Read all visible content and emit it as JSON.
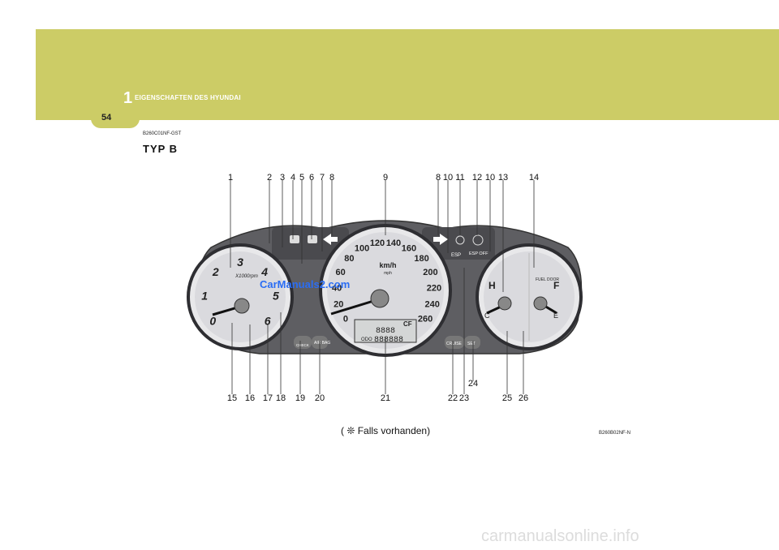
{
  "header": {
    "chapter_number": "1",
    "chapter_title": "EIGENSCHAFTEN DES HYUNDAI",
    "page_number": "54"
  },
  "section": {
    "code": "B260C01NF-GST",
    "type_label": "TYP B"
  },
  "figure": {
    "code": "B260B02NF-N",
    "footnote": "( ❊ Falls vorhanden)",
    "callouts_top": [
      "1",
      "2",
      "3",
      "4",
      "5",
      "6",
      "7",
      "8",
      "9",
      "8",
      "10",
      "11",
      "12",
      "10",
      "13",
      "14"
    ],
    "callouts_bottom": [
      "15",
      "16",
      "17",
      "18",
      "19",
      "20",
      "21",
      "22",
      "23",
      "24",
      "25",
      "26"
    ],
    "tach": {
      "labels": [
        "0",
        "1",
        "2",
        "3",
        "4",
        "5",
        "6"
      ],
      "unit": "X1000rpm"
    },
    "speedo": {
      "labels": [
        "0",
        "20",
        "40",
        "60",
        "80",
        "100",
        "120",
        "140",
        "160",
        "180",
        "200",
        "220",
        "240",
        "260"
      ],
      "unit": "km/h",
      "mph_unit": "mph",
      "odo_label": "ODO",
      "odo_value": "888888",
      "trip_value": "8888",
      "display_flag": "CF"
    },
    "gauges": {
      "temp_hot": "H",
      "temp_cold": "C",
      "fuel_full": "F",
      "fuel_empty": "E",
      "fuel_door": "FUEL DOOR"
    },
    "indicators": {
      "esp": "ESP",
      "esp_off": "ESP OFF",
      "check": "CHECK",
      "airbag": "AIR BAG",
      "cruise": "CRUISE",
      "set": "SET"
    }
  },
  "watermark": {
    "logo": "CarManuals2.com",
    "footer": "carmanualsonline.info"
  }
}
